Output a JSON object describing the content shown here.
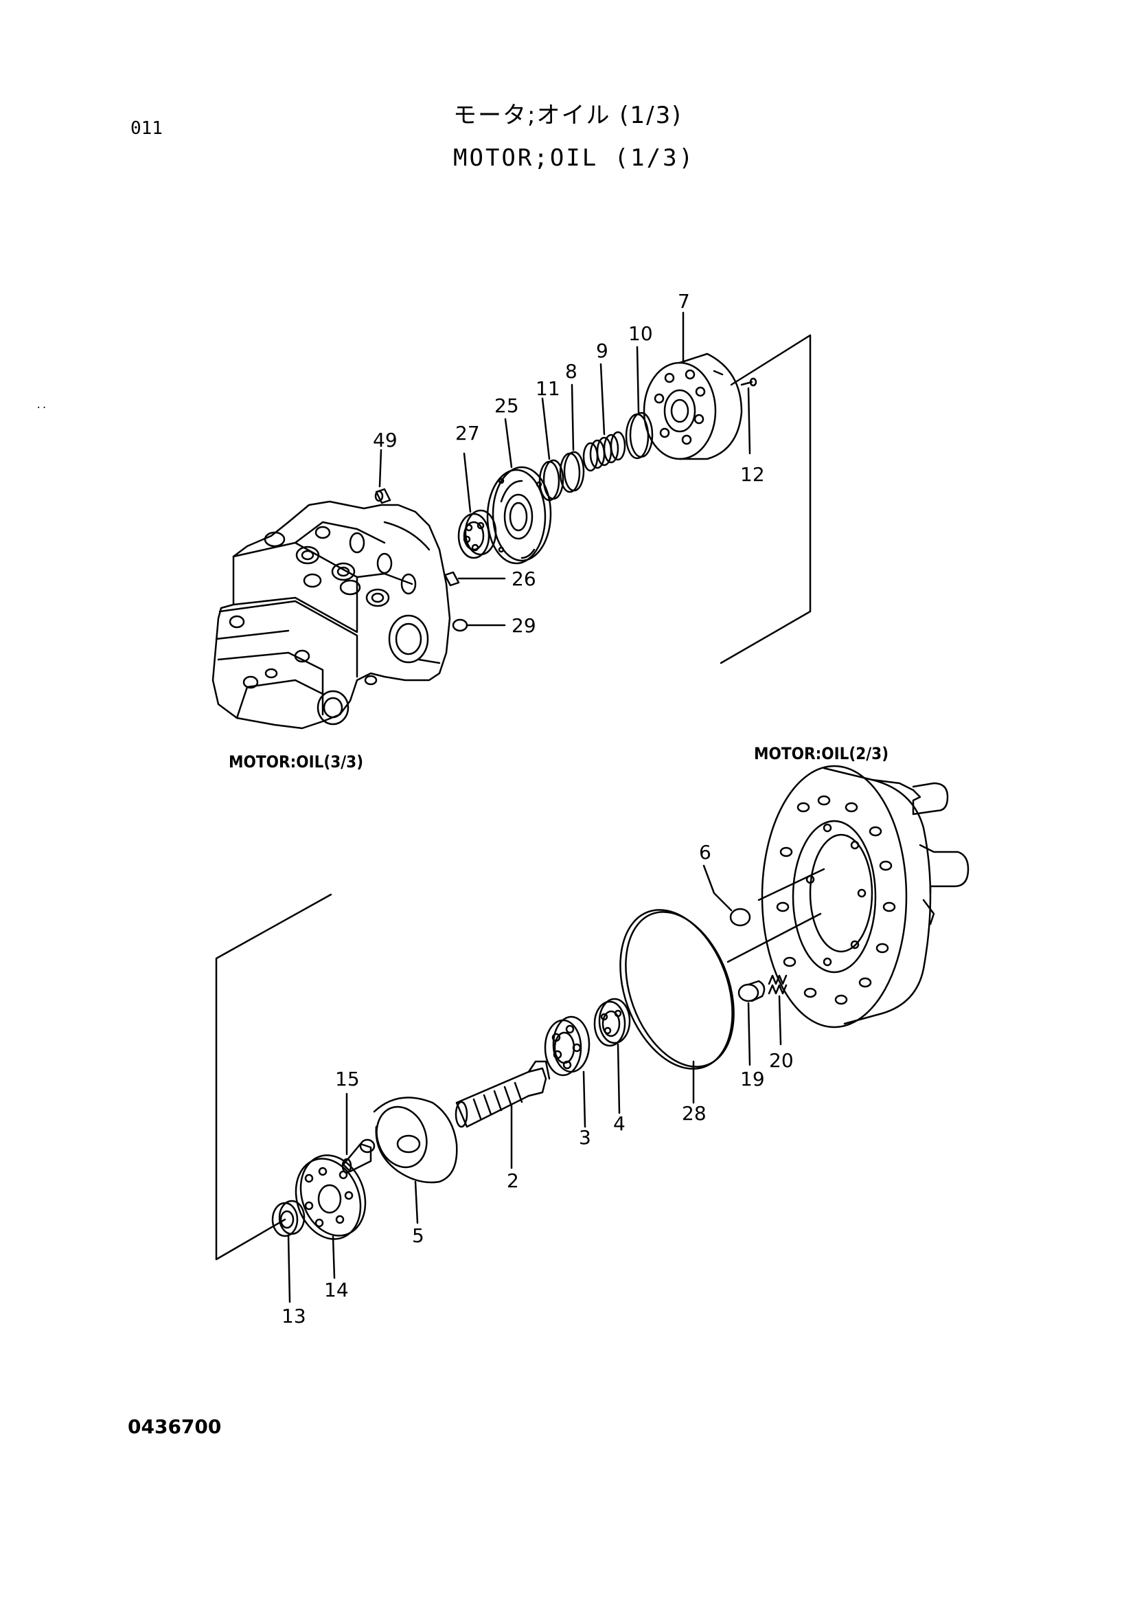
{
  "header": {
    "page_code": "011",
    "title_jp": "モータ;オイル (1/3)",
    "title_en": "MOTOR;OIL (1/3)"
  },
  "references": {
    "assembly_3_of_3": "MOTOR:OIL(3/3)",
    "assembly_2_of_3": "MOTOR:OIL(2/3)"
  },
  "parts": [
    {
      "id": "p49",
      "number": "49"
    },
    {
      "id": "p27",
      "number": "27"
    },
    {
      "id": "p25",
      "number": "25"
    },
    {
      "id": "p11",
      "number": "11"
    },
    {
      "id": "p8",
      "number": "8"
    },
    {
      "id": "p9",
      "number": "9"
    },
    {
      "id": "p10",
      "number": "10"
    },
    {
      "id": "p7",
      "number": "7"
    },
    {
      "id": "p12",
      "number": "12"
    },
    {
      "id": "p26",
      "number": "26"
    },
    {
      "id": "p29",
      "number": "29"
    },
    {
      "id": "p6",
      "number": "6"
    },
    {
      "id": "p28",
      "number": "28"
    },
    {
      "id": "p19",
      "number": "19"
    },
    {
      "id": "p20",
      "number": "20"
    },
    {
      "id": "p4",
      "number": "4"
    },
    {
      "id": "p3",
      "number": "3"
    },
    {
      "id": "p2",
      "number": "2"
    },
    {
      "id": "p15",
      "number": "15"
    },
    {
      "id": "p5",
      "number": "5"
    },
    {
      "id": "p14",
      "number": "14"
    },
    {
      "id": "p13",
      "number": "13"
    }
  ],
  "footer": {
    "document_number": "0436700"
  }
}
